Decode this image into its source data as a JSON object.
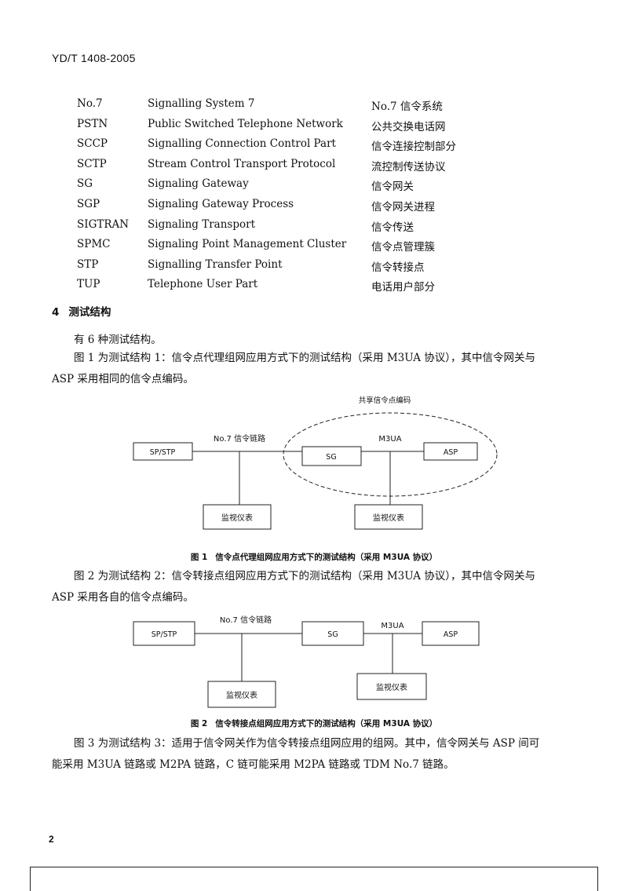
{
  "header": {
    "doc_id": "YD/T 1408-2005"
  },
  "abbreviations": [
    {
      "code": "No.7",
      "en": "Signalling System 7",
      "zh": "No.7 信令系统"
    },
    {
      "code": "PSTN",
      "en": "Public Switched Telephone Network",
      "zh": "公共交换电话网"
    },
    {
      "code": "SCCP",
      "en": "Signalling Connection Control Part",
      "zh": "信令连接控制部分"
    },
    {
      "code": "SCTP",
      "en": "Stream Control Transport Protocol",
      "zh": "流控制传送协议"
    },
    {
      "code": "SG",
      "en": "Signaling Gateway",
      "zh": "信令网关"
    },
    {
      "code": "SGP",
      "en": "Signaling Gateway Process",
      "zh": "信令网关进程"
    },
    {
      "code": "SIGTRAN",
      "en": "Signaling Transport",
      "zh": "信令传送"
    },
    {
      "code": "SPMC",
      "en": "Signaling Point Management Cluster",
      "zh": "信令点管理簇"
    },
    {
      "code": "STP",
      "en": "Signalling Transfer Point",
      "zh": "信令转接点"
    },
    {
      "code": "TUP",
      "en": "Telephone User Part",
      "zh": "电话用户部分"
    }
  ],
  "section4": {
    "number": "4",
    "title": "测试结构",
    "intro": "有 6 种测试结构。",
    "fig1_para_line1": "图 1 为测试结构 1：信令点代理组网应用方式下的测试结构（采用 M3UA 协议），其中信令网关与",
    "fig1_para_line2": "ASP 采用相同的信令点编码。",
    "fig2_para_line1": "图 2 为测试结构 2：信令转接点组网应用方式下的测试结构（采用 M3UA 协议），其中信令网关与",
    "fig2_para_line2": "ASP 采用各自的信令点编码。",
    "fig3_para_line1": "图 3 为测试结构 3：适用于信令网关作为信令转接点组网应用的组网。其中，信令网关与 ASP 间可",
    "fig3_para_line2": "能采用 M3UA 链路或 M2PA 链路，C 链可能采用 M2PA 链路或 TDM No.7 链路。"
  },
  "figure1": {
    "shared_label": "共享信令点编码",
    "link_label": "No.7 信令链路",
    "protocol_label": "M3UA",
    "sp_stp": "SP/STP",
    "sg": "SG",
    "asp": "ASP",
    "monitor_left": "监视仪表",
    "monitor_right": "监视仪表",
    "caption_label": "图 1",
    "caption_text": "信令点代理组网应用方式下的测试结构（采用 M3UA 协议）"
  },
  "figure2": {
    "link_label": "No.7 信令链路",
    "protocol_label": "M3UA",
    "sp_stp": "SP/STP",
    "sg": "SG",
    "asp": "ASP",
    "monitor_left": "监视仪表",
    "monitor_right": "监视仪表",
    "caption_label": "图 2",
    "caption_text": "信令转接点组网应用方式下的测试结构（采用 M3UA 协议）"
  },
  "footer": {
    "page_number": "2"
  }
}
